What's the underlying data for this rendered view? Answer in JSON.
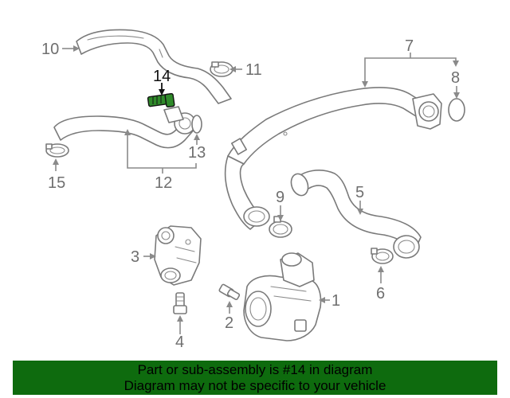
{
  "callouts": [
    "1",
    "2",
    "3",
    "4",
    "5",
    "6",
    "7",
    "8",
    "9",
    "10",
    "11",
    "12",
    "13",
    "14",
    "15"
  ],
  "highlighted_callout": "14",
  "colors": {
    "highlight_part": "#2f8a2a",
    "banner_bg": "#0e6b0e",
    "line_gray": "#8a8a8a",
    "label_gray": "#6f6f6f"
  },
  "banner": {
    "line1": "Part or sub-assembly is #14 in diagram",
    "line2": "Diagram may not be specific to your vehicle"
  }
}
